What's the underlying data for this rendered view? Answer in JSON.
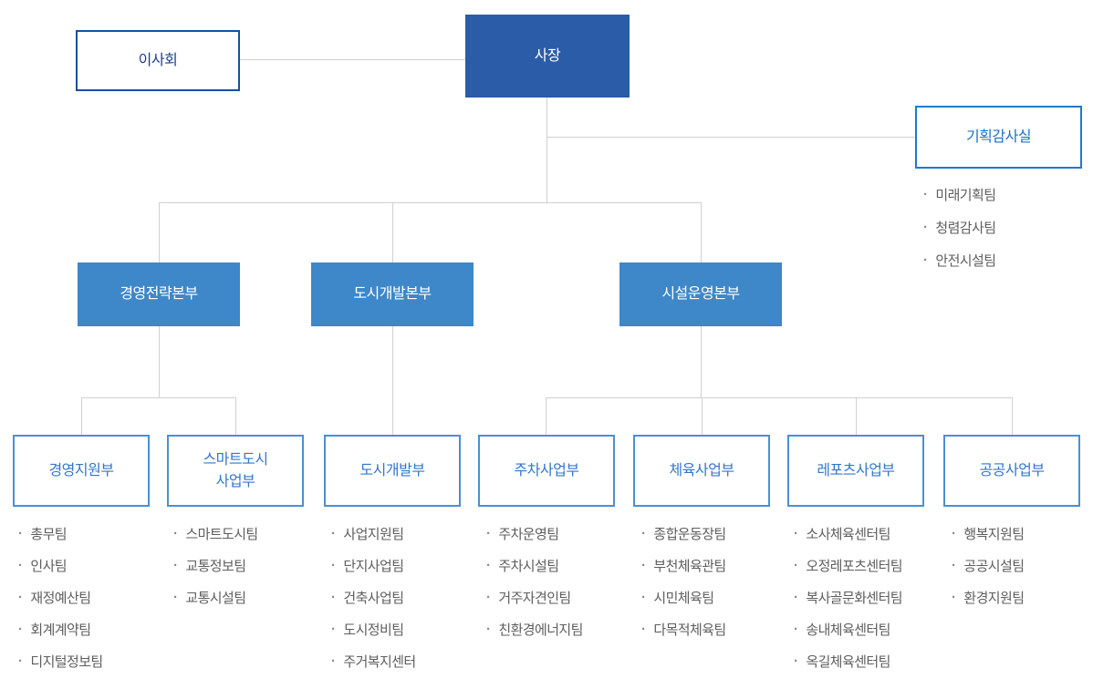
{
  "org": {
    "board": {
      "label": "이사회"
    },
    "president": {
      "label": "사장"
    },
    "audit": {
      "label": "기획감사실",
      "teams": [
        "미래기획팀",
        "청렴감사팀",
        "안전시설팀"
      ]
    },
    "divisions": [
      {
        "label": "경영전략본부"
      },
      {
        "label": "도시개발본부"
      },
      {
        "label": "시설운영본부"
      }
    ],
    "departments": [
      {
        "label": "경영지원부",
        "teams": [
          "총무팀",
          "인사팀",
          "재정예산팀",
          "회계계약팀",
          "디지털정보팀"
        ]
      },
      {
        "label": "스마트도시\n사업부",
        "teams": [
          "스마트도시팀",
          "교통정보팀",
          "교통시설팀"
        ]
      },
      {
        "label": "도시개발부",
        "teams": [
          "사업지원팀",
          "단지사업팀",
          "건축사업팀",
          "도시정비팀",
          "주거복지센터"
        ]
      },
      {
        "label": "주차사업부",
        "teams": [
          "주차운영팀",
          "주차시설팀",
          "거주자견인팀",
          "친환경에너지팀"
        ]
      },
      {
        "label": "체육사업부",
        "teams": [
          "종합운동장팀",
          "부천체육관팀",
          "시민체육팀",
          "다목적체육팀"
        ]
      },
      {
        "label": "레포츠사업부",
        "teams": [
          "소사체육센터팀",
          "오정레포츠센터팀",
          "복사골문화센터팀",
          "송내체육센터팀",
          "옥길체육센터팀"
        ]
      },
      {
        "label": "공공사업부",
        "teams": [
          "행복지원팀",
          "공공시설팀",
          "환경지원팀"
        ]
      }
    ],
    "colors": {
      "president-bg": "#2a5ca8",
      "division-bg": "#3e87c8",
      "board-border": "#1d4e9e",
      "board-text": "#1c3d8f",
      "audit-border": "#1e79d2",
      "audit-text": "#1d6fc8",
      "dept-border": "#4a90d2",
      "dept-text": "#3277cb",
      "team-text": "#5e5e5e",
      "bullet": "#8a8a8a",
      "line": "#d0d0d0"
    }
  }
}
